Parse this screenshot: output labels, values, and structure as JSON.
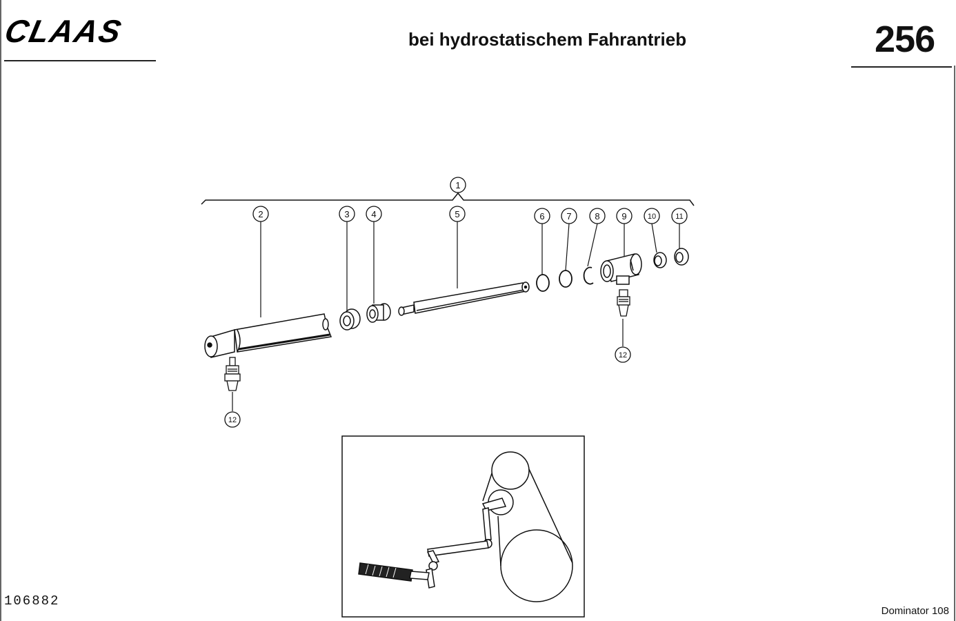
{
  "header": {
    "brand": "CLAAS",
    "title": "bei hydrostatischem Fahrantrieb",
    "page_number": "256"
  },
  "footer": {
    "doc_id": "106882",
    "model": "Dominator 108"
  },
  "callouts": {
    "c1": "1",
    "c2": "2",
    "c3": "3",
    "c4": "4",
    "c5": "5",
    "c6": "6",
    "c7": "7",
    "c8": "8",
    "c9": "9",
    "c10": "10",
    "c11": "11",
    "c12a": "12",
    "c12b": "12"
  },
  "colors": {
    "ink": "#111111",
    "paper": "#ffffff"
  }
}
